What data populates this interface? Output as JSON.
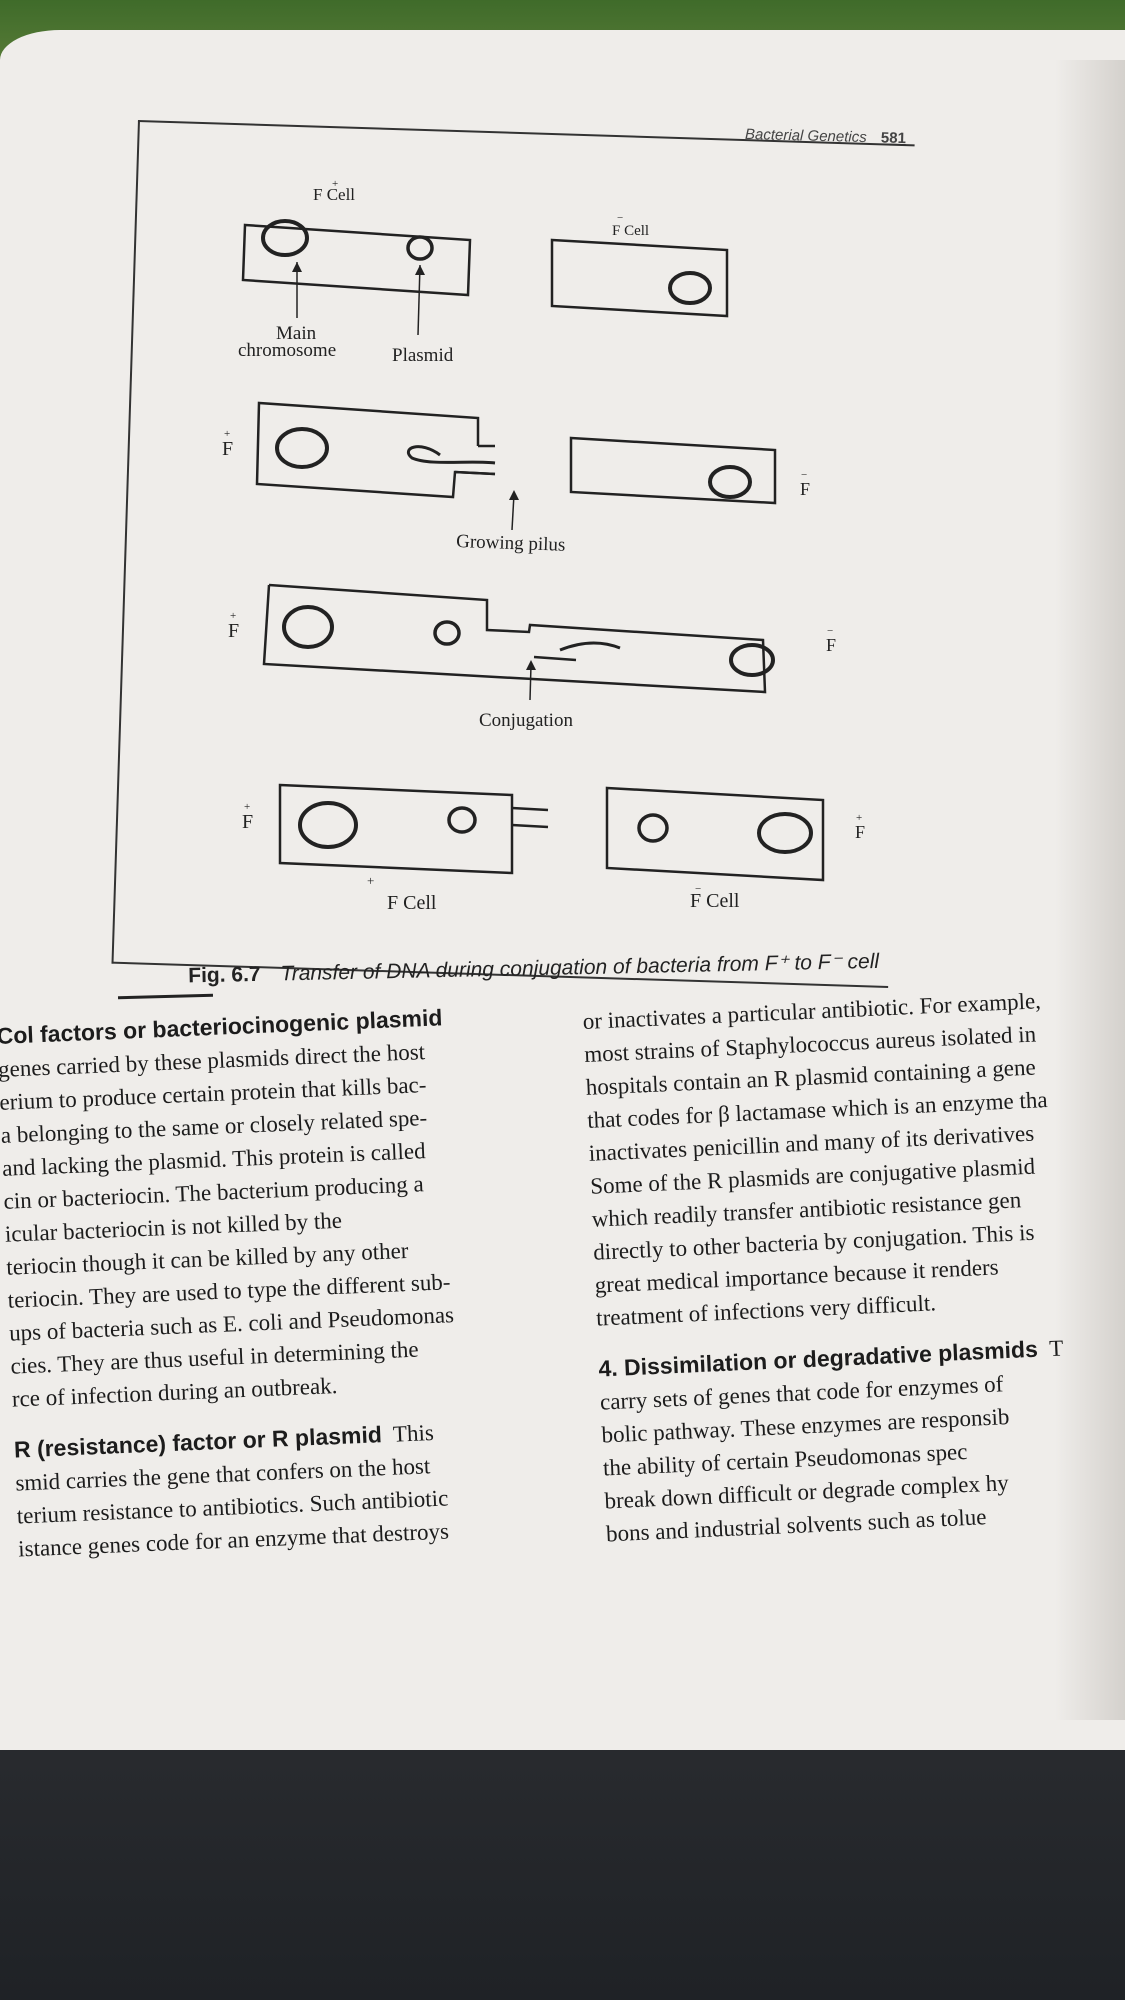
{
  "running_head": {
    "title": "Bacterial Genetics",
    "page_number": "581"
  },
  "figure": {
    "stage1": {
      "donor_label": "F Cell",
      "donor_sup": "+",
      "recipient_label": "F Cell",
      "recipient_sup": "−",
      "main_chromosome": "Main",
      "main_chromosome_2": "chromosome",
      "plasmid": "Plasmid"
    },
    "stage2": {
      "left": "F",
      "left_sup": "+",
      "right": "F",
      "right_sup": "−",
      "pilus": "Growing pilus"
    },
    "stage3": {
      "left": "F",
      "left_sup": "+",
      "right": "F",
      "right_sup": "−",
      "conjugation": "Conjugation"
    },
    "stage4": {
      "left": "F",
      "left_sup": "+",
      "right": "F",
      "right_sup": "+",
      "donor_cell": "F Cell",
      "donor_sup": "+",
      "recipient_cell": "F Cell",
      "recipient_sup": "−"
    }
  },
  "caption": {
    "number": "Fig. 6.7",
    "text": "Transfer of DNA during conjugation of bacteria from F⁺ to F⁻ cell"
  },
  "left_column": {
    "p1": [
      "Col factors or bacteriocinogenic plasmid",
      "genes carried by these plasmids direct the host",
      "erium to produce certain protein that kills bac-",
      "a belonging to the same or closely related spe-",
      "and lacking the plasmid. This protein is called",
      "cin or bacteriocin. The bacterium producing a",
      "icular  bacteriocin  is  not  killed  by  the",
      "teriocin though it can be killed by any other",
      "teriocin. They are used to type the different sub-",
      "ups of bacteria such as E. coli and Pseudomonas",
      "cies. They are thus useful in determining the",
      "rce of infection during an outbreak."
    ],
    "p2_heading": "R (resistance) factor or R plasmid",
    "p2": [
      "This",
      "smid carries the gene that confers on the host",
      "terium resistance to antibiotics. Such antibiotic",
      "istance genes code for an enzyme that destroys"
    ]
  },
  "right_column": {
    "p1": [
      "or inactivates a particular antibiotic. For example,",
      "most strains of Staphylococcus aureus isolated in",
      "hospitals contain an R plasmid containing a gene",
      "that codes for β lactamase which is an enzyme tha",
      "inactivates penicillin and many of its derivatives",
      "Some of the R plasmids are conjugative plasmid",
      "which readily transfer antibiotic resistance gen",
      "directly to other bacteria by conjugation. This is",
      "great medical importance because it renders",
      "treatment of infections very difficult."
    ],
    "p2_heading": "4. Dissimilation or degradative plasmids",
    "p2_heading_tail": "T",
    "p2": [
      "carry sets of genes that code for enzymes of",
      "bolic pathway. These enzymes are responsib",
      "the ability of certain Pseudomonas spec",
      "break down difficult or degrade complex hy",
      "bons and industrial solvents such as tolue"
    ]
  }
}
